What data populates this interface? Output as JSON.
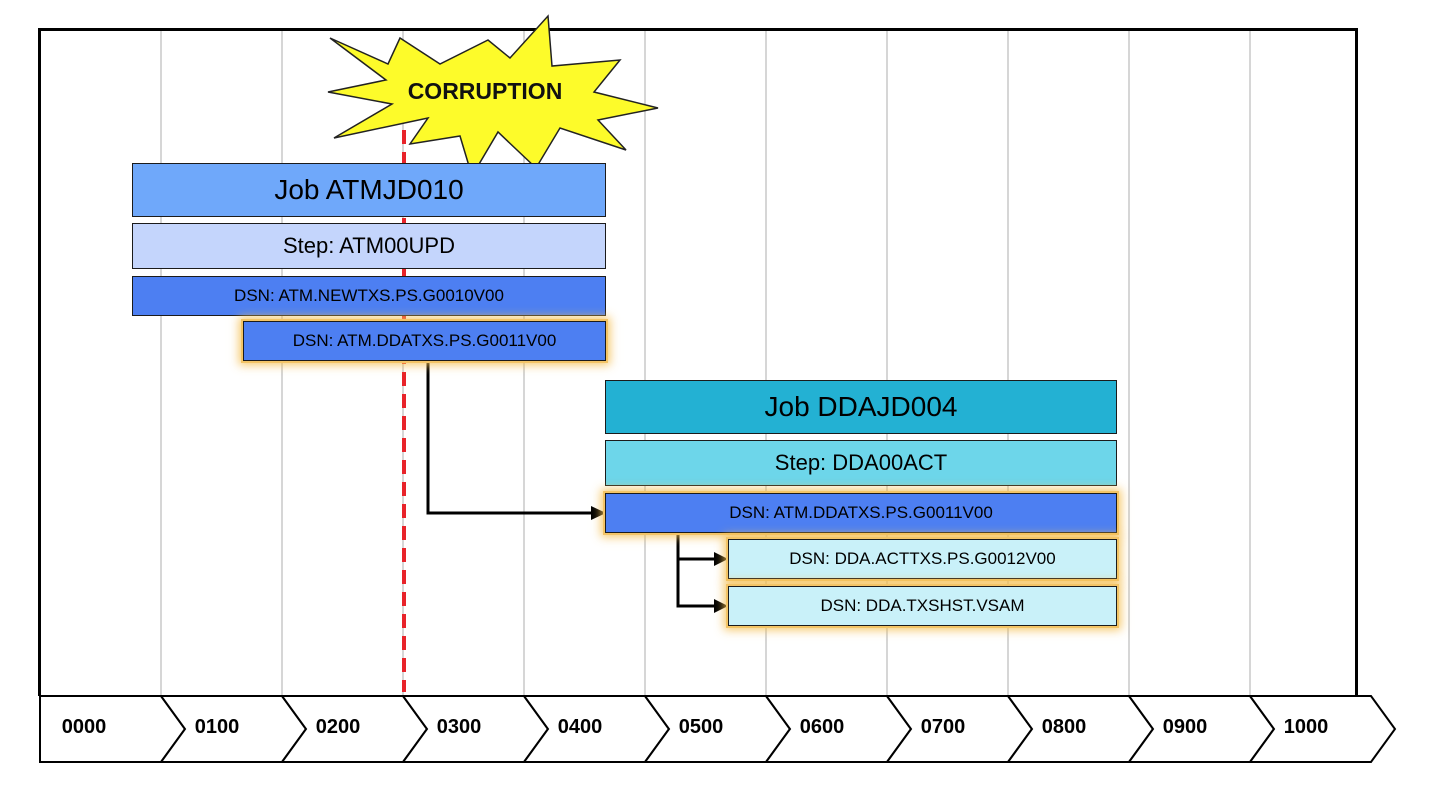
{
  "annotation": {
    "label": "CORRUPTION"
  },
  "jobs": [
    {
      "title": "Job ATMJD010",
      "step": "Step: ATM00UPD",
      "color": "#6fa8fa",
      "step_color": "#c4d5fc"
    },
    {
      "title": "Job DDAJD004",
      "step": "Step: DDA00ACT",
      "color": "#23b1d3",
      "step_color": "#6dd6ea"
    }
  ],
  "datasets": [
    {
      "label": "DSN: ATM.NEWTXS.PS.G0010V00",
      "highlighted": false
    },
    {
      "label": "DSN: ATM.DDATXS.PS.G0011V00",
      "highlighted": true
    },
    {
      "label": "DSN: ATM.DDATXS.PS.G0011V00",
      "highlighted": true
    },
    {
      "label": "DSN: DDA.ACTTXS.PS.G0012V00",
      "highlighted": true
    },
    {
      "label": "DSN: DDA.TXSHST.VSAM",
      "highlighted": true
    }
  ],
  "timeline": {
    "ticks": [
      "0000",
      "0100",
      "0200",
      "0300",
      "0400",
      "0500",
      "0600",
      "0700",
      "0800",
      "0900",
      "1000"
    ]
  },
  "colors": {
    "dataset_blue": "#4d7ff2",
    "dataset_light": "#c9f1f9",
    "corruption_line": "#e8232a",
    "burst_fill": "#fdfb2a",
    "highlight_glow": "#f3c466"
  }
}
